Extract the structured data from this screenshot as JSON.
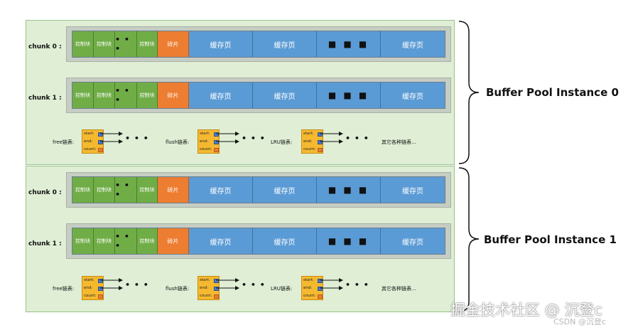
{
  "instances": [
    {
      "label": "Buffer Pool Instance 0",
      "chunks": [
        "chunk 0 :",
        "chunk 1 :"
      ]
    },
    {
      "label": "Buffer Pool Instance 1",
      "chunks": [
        "chunk 0 :",
        "chunk 1 :"
      ]
    }
  ],
  "chunk_cells": {
    "control_block": "控制块",
    "fragment": "碎片",
    "cache_page": "缓存页",
    "ellipsis": "■ ■ ■",
    "ellipsis_small": "• • •"
  },
  "lists": {
    "free": "free链表:",
    "flush": "flush链表:",
    "lru": "LRU链表:",
    "others": "其它各种链表…",
    "dots": "• • •"
  },
  "node_fields": {
    "start": "start:",
    "end": "end:",
    "count": "count:"
  },
  "watermark": {
    "main": "掘金技术社区 @ 沉登c",
    "sub": "CSDN @沉登c"
  },
  "colors": {
    "control_block": "#70ad47",
    "fragment": "#ed7d31",
    "cache_page": "#5b9bd5",
    "instance_bg": "#dfeed5",
    "node": "#f5b930"
  }
}
